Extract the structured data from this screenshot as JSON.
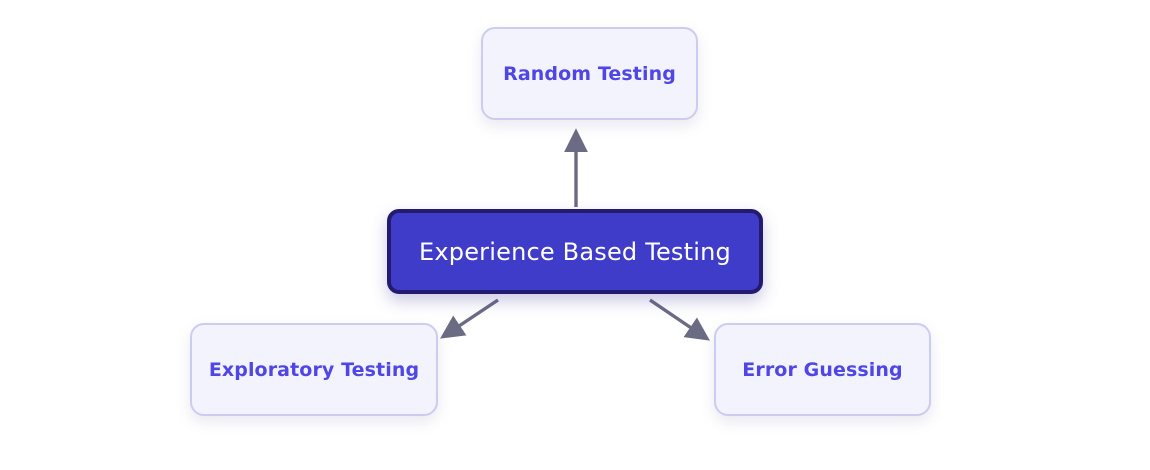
{
  "diagram": {
    "title": "Experience Based Testing",
    "type": "node-link-diagram",
    "background_color": "#ffffff",
    "root": {
      "id": "experience-based-testing",
      "label": "Experience Based Testing",
      "fill_color": "#3f3cc9",
      "border_color": "#241b6e",
      "text_color": "#ffffff"
    },
    "leaves": [
      {
        "id": "random-testing",
        "label": "Random Testing",
        "fill_color": "#f3f3fd",
        "border_color": "#ccccf0",
        "text_color": "#4f46e5",
        "position": "top"
      },
      {
        "id": "exploratory-testing",
        "label": "Exploratory Testing",
        "fill_color": "#f3f3fd",
        "border_color": "#ccccf0",
        "text_color": "#4f46e5",
        "position": "bottom-left"
      },
      {
        "id": "error-guessing",
        "label": "Error Guessing",
        "fill_color": "#f3f3fd",
        "border_color": "#ccccf0",
        "text_color": "#4f46e5",
        "position": "bottom-right"
      }
    ],
    "connectors": [
      {
        "id": "arrow-root-to-random-testing",
        "from": "experience-based-testing",
        "to": "random-testing",
        "color": "#6b6b84",
        "direction": "up"
      },
      {
        "id": "arrow-root-to-exploratory-testing",
        "from": "experience-based-testing",
        "to": "exploratory-testing",
        "color": "#6b6b84",
        "direction": "down-left"
      },
      {
        "id": "arrow-root-to-error-guessing",
        "from": "experience-based-testing",
        "to": "error-guessing",
        "color": "#6b6b84",
        "direction": "down-right"
      }
    ]
  }
}
